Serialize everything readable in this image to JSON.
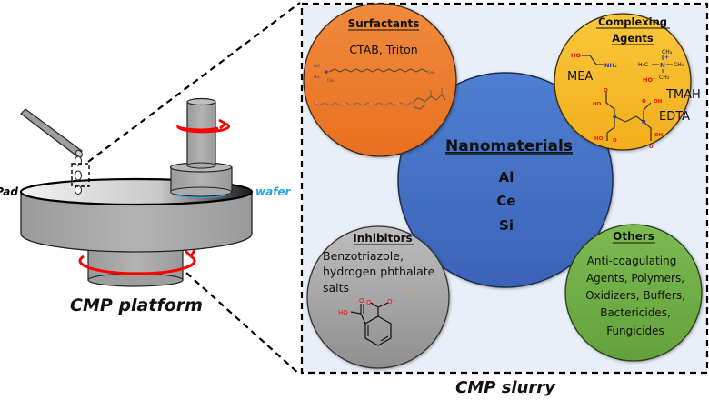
{
  "figure": {
    "left_panel": {
      "caption": "CMP platform",
      "labels": {
        "pad": "Pad",
        "wafer": "wafer"
      }
    },
    "right_panel": {
      "caption": "CMP slurry",
      "center": {
        "title": "Nanomaterials",
        "items": [
          "Al",
          "Ce",
          "Si"
        ]
      },
      "groups": {
        "surfactants": {
          "title": "Surfactants",
          "text": "CTAB, Triton"
        },
        "complexing": {
          "title_line1": "Complexing",
          "title_line2": "Agents",
          "items": [
            "MEA",
            "TMAH",
            "EDTA"
          ],
          "mea_labels": {
            "ho": "HO",
            "nh2": "NH₂"
          },
          "tmah_labels": {
            "ch3_top": "CH₃",
            "h3c": "H₃C",
            "n": "N",
            "plus": "+",
            "ch3_right": "CH₃",
            "ch3_bottom": "CH₃",
            "ho_minus": "HO⁻"
          },
          "edta_labels": {
            "ho": "HO",
            "oh": "OH",
            "o": "O",
            "n": "N"
          }
        },
        "inhibitors": {
          "title": "Inhibitors",
          "lines": [
            "Benzotriazole,",
            "hydrogen phthalate",
            "salts"
          ],
          "mol_labels": {
            "k_plus": "K⁺",
            "o_minus": "O⁻",
            "o": "O",
            "ho": "HO"
          }
        },
        "others": {
          "title": "Others",
          "lines": [
            "Anti-coagulating",
            "Agents, Polymers,",
            "Oxidizers, Buffers,",
            "Bactericides,",
            "Fungicides"
          ]
        }
      }
    },
    "colors": {
      "slurry_bg": "#e8eef7",
      "surfactants": "#ee7d2c",
      "complexing": "#f6b928",
      "nanomaterials": "#4472c4",
      "inhibitors": "#a5a5a5",
      "others": "#70ad47",
      "rotation_arrow": "#ff0000",
      "wafer_label": "#2aa5e0",
      "machine_gray": "#a6a6a6"
    }
  }
}
